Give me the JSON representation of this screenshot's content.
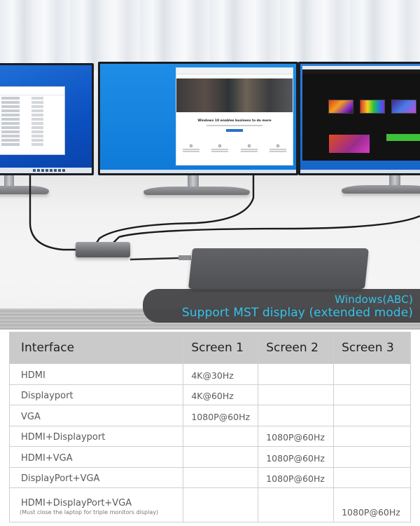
{
  "scene": {
    "description": "Three monitors connected via USB-C hub to a closed laptop",
    "monitors": [
      {
        "id": "left",
        "content": "Windows desktop with File Explorer window"
      },
      {
        "id": "middle",
        "content": "Browser showing webpage",
        "headline": "Windows 10 enables business to do more"
      },
      {
        "id": "right",
        "content": "Browser showing dark laptop product webpage"
      }
    ],
    "colors": {
      "screen_blue": "#1e8de6",
      "banner_bg": "#3e3e40",
      "banner_text": "#33c3ea",
      "header_bg": "#cacaca"
    }
  },
  "banner": {
    "line1": "Windows(ABC)",
    "line2": "Support MST display (extended mode)"
  },
  "table": {
    "headers": [
      "Interface",
      "Screen 1",
      "Screen 2",
      "Screen 3"
    ],
    "rows": [
      {
        "interface": "HDMI",
        "note": "",
        "screen1": "4K@30Hz",
        "screen2": "",
        "screen3": ""
      },
      {
        "interface": "Displayport",
        "note": "",
        "screen1": "4K@60Hz",
        "screen2": "",
        "screen3": ""
      },
      {
        "interface": "VGA",
        "note": "",
        "screen1": "1080P@60Hz",
        "screen2": "",
        "screen3": ""
      },
      {
        "interface": "HDMI+Displayport",
        "note": "",
        "screen1": "",
        "screen2": "1080P@60Hz",
        "screen3": ""
      },
      {
        "interface": "HDMI+VGA",
        "note": "",
        "screen1": "",
        "screen2": "1080P@60Hz",
        "screen3": ""
      },
      {
        "interface": "DisplayPort+VGA",
        "note": "",
        "screen1": "",
        "screen2": "1080P@60Hz",
        "screen3": ""
      },
      {
        "interface": "HDMI+DisplayPort+VGA",
        "note": "(Must close the laptop for triple monitors display)",
        "screen1": "",
        "screen2": "",
        "screen3": "1080P@60Hz"
      }
    ]
  }
}
